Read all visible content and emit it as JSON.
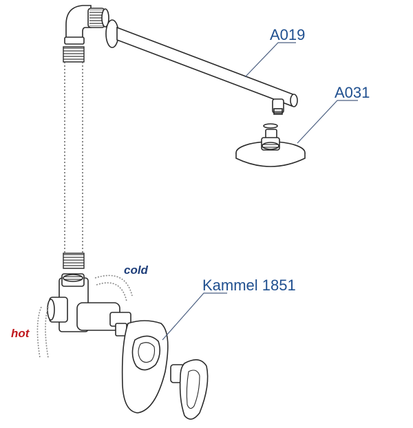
{
  "parts": {
    "arm": {
      "code": "A019"
    },
    "head": {
      "code": "A031"
    },
    "mixer": {
      "name": "Kammel 1851"
    }
  },
  "inlets": {
    "cold": "cold",
    "hot": "hot"
  },
  "colors": {
    "label": "#1f4f8f",
    "cold": "#1f3f7a",
    "hot": "#c0181e",
    "line": "#2a2a2a"
  }
}
